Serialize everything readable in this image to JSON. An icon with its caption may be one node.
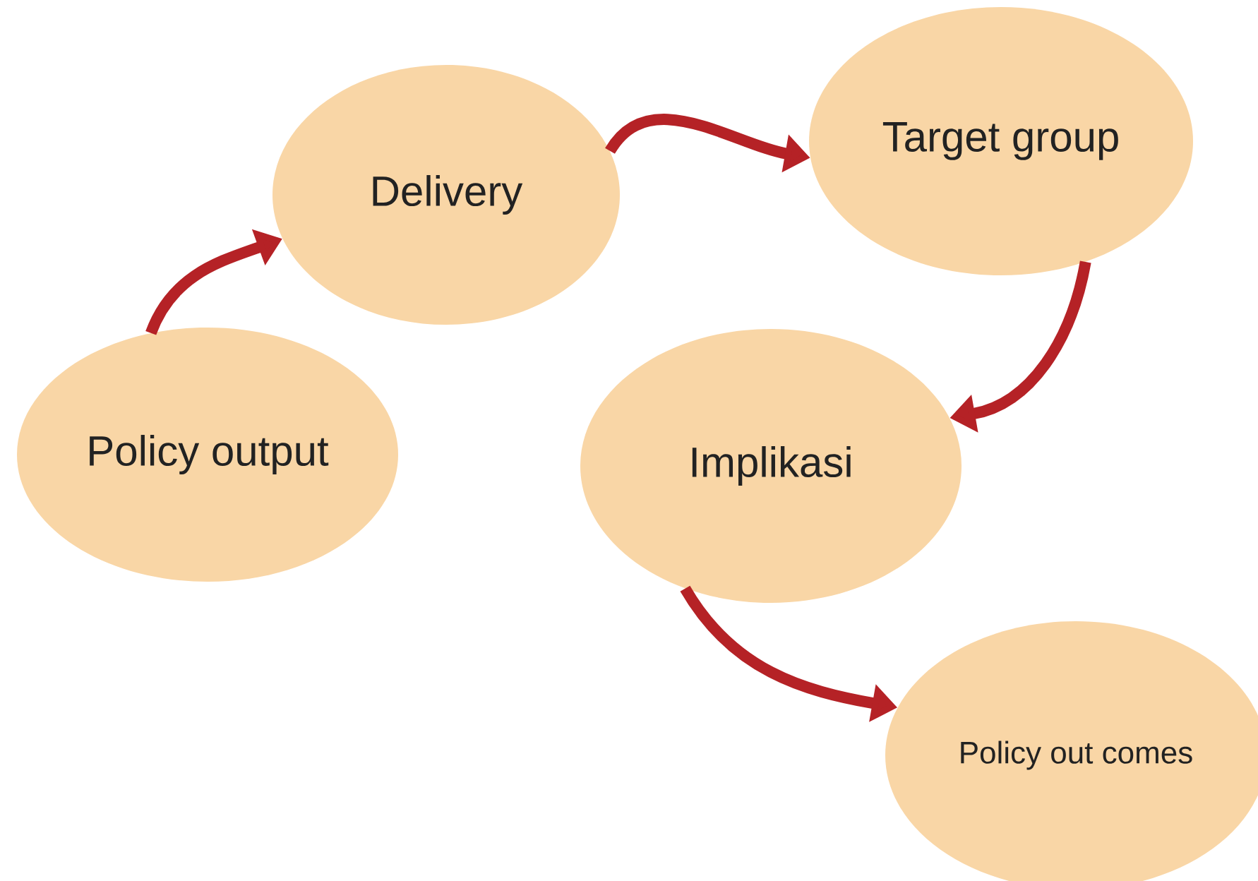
{
  "diagram": {
    "nodes": [
      {
        "text": [
          "Policy output"
        ]
      },
      {
        "text": [
          "Delivery"
        ]
      },
      {
        "text": [
          "Target group"
        ]
      },
      {
        "text": [
          "Implikasi"
        ]
      },
      {
        "text": [
          "Policy out comes"
        ]
      }
    ],
    "edges": [
      {
        "from": 0,
        "to": 1,
        "arrow": "to"
      },
      {
        "from": 1,
        "to": 2,
        "arrow": "to"
      },
      {
        "from": 2,
        "to": 3,
        "arrow": "to"
      },
      {
        "from": 3,
        "to": 4,
        "arrow": "to"
      }
    ]
  }
}
